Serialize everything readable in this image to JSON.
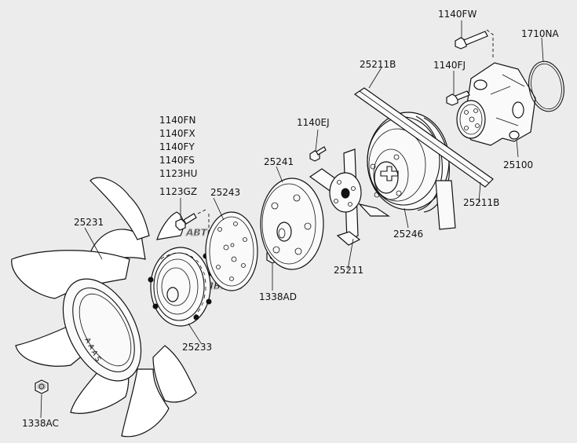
{
  "watermark": {
    "line1": "АВТО",
    "line2": "АЛЬЯНС"
  },
  "labels": {
    "p1140FW": "1140FW",
    "p1710NA": "1710NA",
    "p25211B_top": "25211B",
    "p1140FJ": "1140FJ",
    "p1140EJ": "1140EJ",
    "p1140FN": "1140FN",
    "p1140FX": "1140FX",
    "p1140FY": "1140FY",
    "p1140FS": "1140FS",
    "p1123HU": "1123HU",
    "p1123GZ": "1123GZ",
    "p25241": "25241",
    "p25243": "25243",
    "p25231": "25231",
    "p25100": "25100",
    "p25211B_right": "25211B",
    "p25246": "25246",
    "p25211": "25211",
    "p1338AD": "1338AD",
    "p25233": "25233",
    "p1338AC": "1338AC"
  }
}
